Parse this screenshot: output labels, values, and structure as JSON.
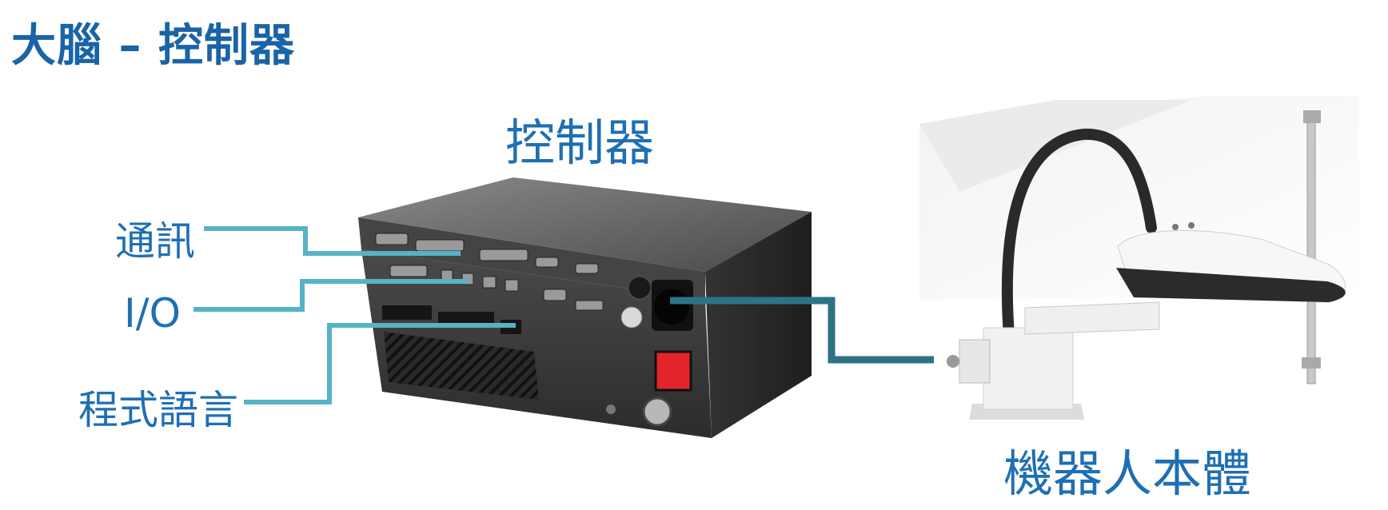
{
  "title": "大腦 – 控制器",
  "controller_label": "控制器",
  "robot_label": "機器人本體",
  "callouts": [
    {
      "label": "通訊"
    },
    {
      "label": "I/O"
    },
    {
      "label": "程式語言"
    }
  ],
  "colors": {
    "title": "#1a63a6",
    "label": "#1f6fb3",
    "leader_line": "#56b3c6",
    "cable_line": "#2e7384",
    "controller_body": "#3a3a3a",
    "estop_red": "#e4242b"
  }
}
